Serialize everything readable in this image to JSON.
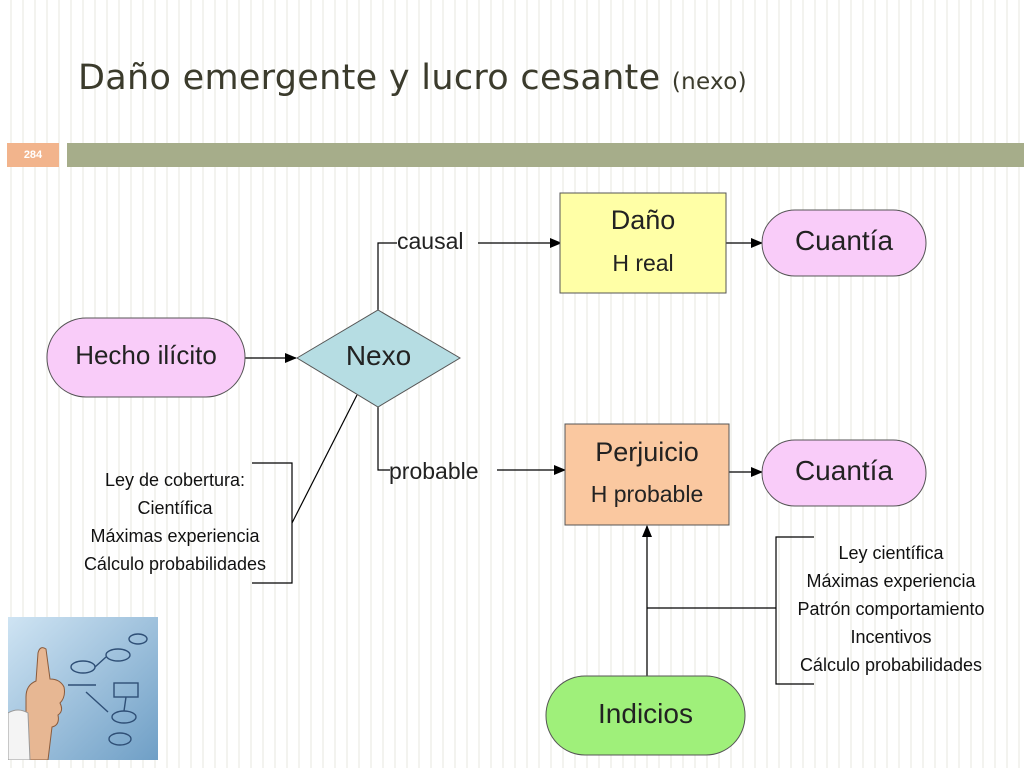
{
  "slide": {
    "title_main": "Daño emergente y lucro cesante",
    "title_suffix": "(nexo)",
    "number": "284"
  },
  "diagram": {
    "hecho": "Hecho ilícito",
    "nexo": "Nexo",
    "causal": "causal",
    "probable": "probable",
    "dano": {
      "title": "Daño",
      "sub": "H real"
    },
    "perjuicio": {
      "title": "Perjuicio",
      "sub": "H probable"
    },
    "cuantia_top": "Cuantía",
    "cuantia_bottom": "Cuantía",
    "indicios": "Indicios",
    "left_note": [
      "Ley de cobertura:",
      "Científica",
      "Máximas experiencia",
      "Cálculo probabilidades"
    ],
    "right_note": [
      "Ley científica",
      "Máximas experiencia",
      "Patrón comportamiento",
      "Incentivos",
      "Cálculo probabilidades"
    ]
  },
  "colors": {
    "pink": "#f9ccf9",
    "yellow": "#ffffa6",
    "peach": "#fac8a0",
    "nexo_blue": "#b6dde3",
    "green": "#9ff07a",
    "bar": "#a6ad8a",
    "accent": "#f2b48c"
  }
}
